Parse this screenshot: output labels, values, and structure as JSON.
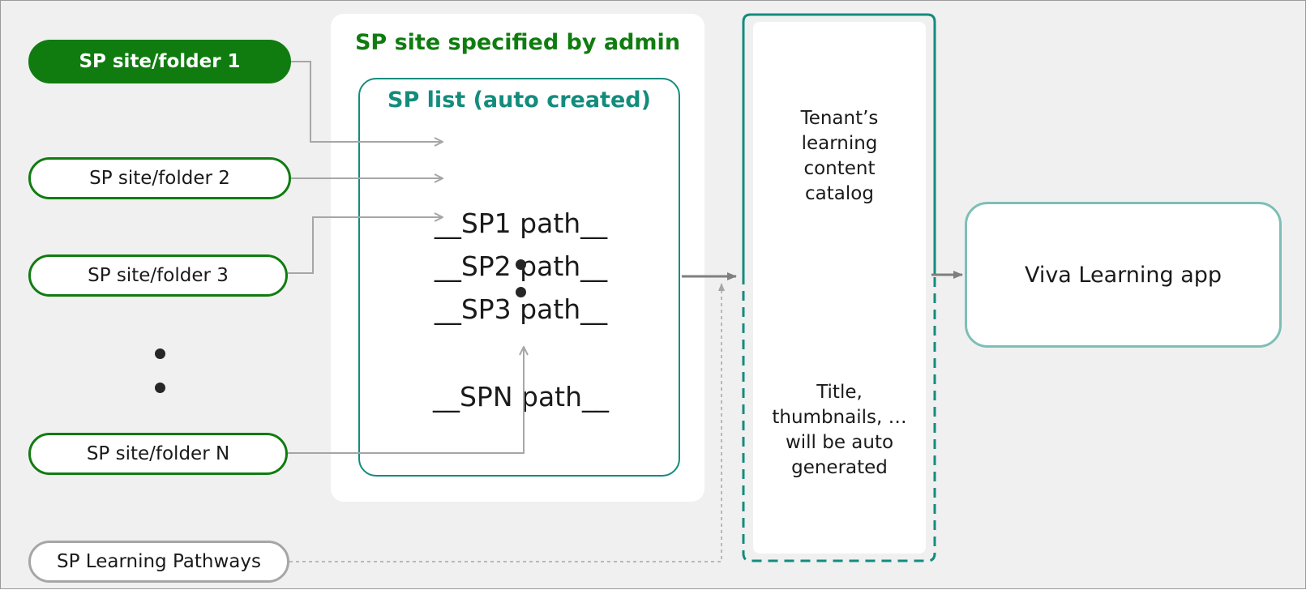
{
  "sources": [
    {
      "label": "SP site/folder 1",
      "style": "filled"
    },
    {
      "label": "SP site/folder 2",
      "style": "outline"
    },
    {
      "label": "SP site/folder 3",
      "style": "outline"
    },
    {
      "label": "SP site/folder N",
      "style": "outline"
    }
  ],
  "pathways": {
    "label": "SP Learning Pathways"
  },
  "admin_site": {
    "title": "SP site specified by admin"
  },
  "sp_list": {
    "title": "SP list (auto created)",
    "paths": [
      "__SP1 path__",
      "__SP2 path__",
      "__SP3 path__",
      "__SPN path__"
    ]
  },
  "catalog": {
    "top_text": [
      "Tenant’s",
      "learning",
      "content",
      "catalog"
    ],
    "bottom_text": [
      "Title,",
      "thumbnails, …",
      "will be auto",
      "generated"
    ]
  },
  "app": {
    "label": "Viva Learning app"
  },
  "colors": {
    "green": "#107c10",
    "teal": "#138c7d",
    "teal_light": "#7dbfb6",
    "arrow_gray": "#a6a6a6",
    "arrow_dark": "#7f7f7f",
    "background": "#f0f0f0"
  }
}
